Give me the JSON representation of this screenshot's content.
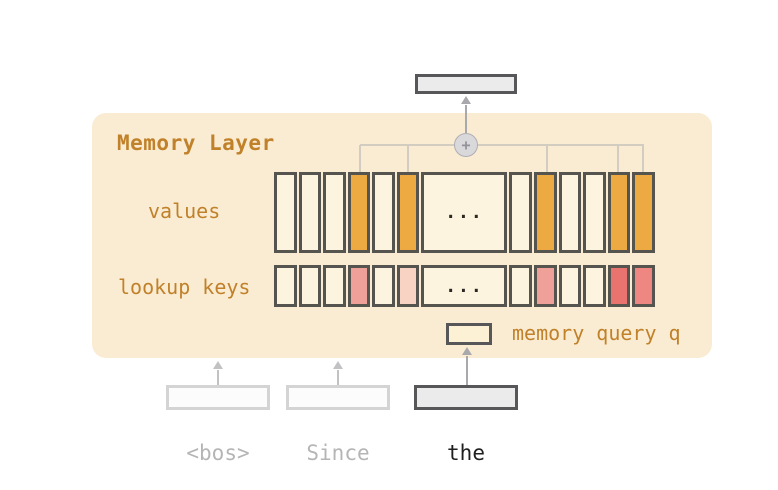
{
  "panel": {
    "title": "Memory Layer"
  },
  "rows": {
    "values": {
      "label": "values",
      "dots": "...",
      "cells": [
        "plain",
        "plain",
        "plain",
        "orange",
        "plain",
        "orange",
        "dots",
        "plain",
        "orange",
        "plain",
        "plain",
        "orange",
        "orange"
      ]
    },
    "keys": {
      "label": "lookup keys",
      "dots": "...",
      "cells": [
        "plain",
        "plain",
        "plain",
        "pink",
        "plain",
        "pinklight",
        "dots",
        "plain",
        "pink",
        "plain",
        "plain",
        "red",
        "redlight"
      ]
    }
  },
  "query": {
    "label": "memory query q"
  },
  "aggregator": {
    "symbol": "+"
  },
  "tokens": [
    {
      "text": "<bos>",
      "state": "faded"
    },
    {
      "text": "Since",
      "state": "faded"
    },
    {
      "text": "the",
      "state": "active"
    }
  ],
  "colors": {
    "panel_bg": "#faecd2",
    "cell_plain": "#fdf4df",
    "cell_orange": "#edaa43",
    "cell_pink": "#efa098",
    "cell_pink_light": "#f8d3c4",
    "cell_red": "#e9736e",
    "cell_red_light": "#ee8681",
    "cell_border": "#55544e",
    "accent_text": "#c0812a",
    "box_dark_border": "#57575a",
    "box_gray_fill": "#ebebeb",
    "faded_border": "#d4d4d4",
    "faded_fill": "#fcfcfc",
    "query_fill": "#fcf0d5",
    "arrow_gray": "#a9a9ad",
    "arrow_faded": "#c2c2c4",
    "connector": "#d3ccc0",
    "circle_fill": "#d9d8db",
    "token_faded": "#b5b5b5",
    "token_active": "#1f1f1f"
  }
}
